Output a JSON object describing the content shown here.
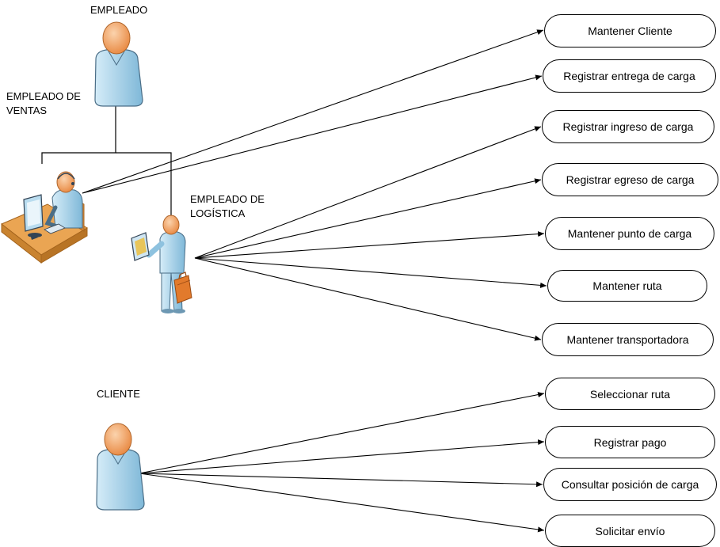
{
  "actors": {
    "empleado": "EMPLEADO",
    "ventas": "EMPLEADO DE\nVENTAS",
    "logistica": "EMPLEADO DE\nLOGÍSTICA",
    "cliente": "CLIENTE"
  },
  "use_cases": {
    "mantener_cliente": "Mantener Cliente",
    "registrar_entrega": "Registrar entrega de carga",
    "registrar_ingreso": "Registrar ingreso de carga",
    "registrar_egreso": "Registrar egreso de carga",
    "mantener_punto": "Mantener punto de carga",
    "mantener_ruta": "Mantener ruta",
    "mantener_transportadora": "Mantener transportadora",
    "seleccionar_ruta": "Seleccionar ruta",
    "registrar_pago": "Registrar pago",
    "consultar_posicion": "Consultar posición de carga",
    "solicitar_envio": "Solicitar envío"
  },
  "colors": {
    "skin": "#f2a15c",
    "body": "#a9d4ea",
    "outline": "#4a6d86",
    "desk": "#e7a14a",
    "briefcase": "#e27a2c"
  }
}
